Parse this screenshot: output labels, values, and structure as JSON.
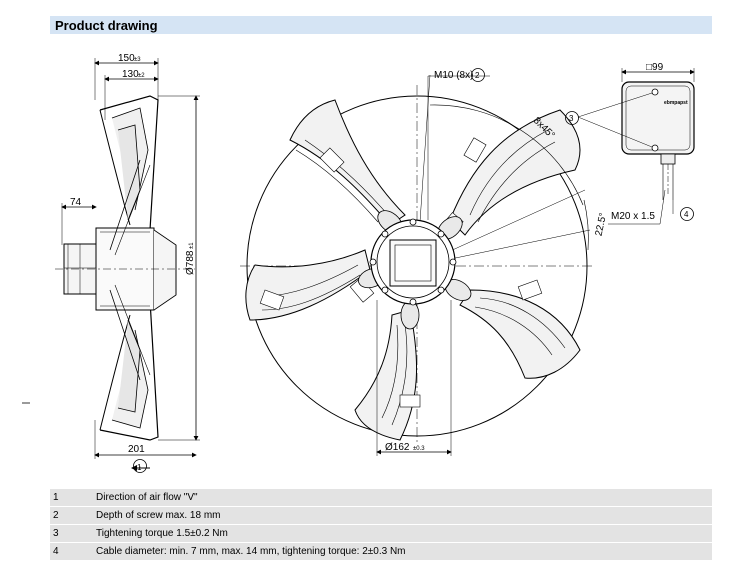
{
  "header": {
    "title": "Product drawing"
  },
  "side_view": {
    "dim_total_depth": "150",
    "dim_total_depth_tol": "±3",
    "dim_blade_depth": "130",
    "dim_blade_depth_tol": "±2",
    "dim_box_offset": "74",
    "dim_diameter": "Ø788",
    "dim_diameter_tol": "±1",
    "dim_bottom": "201",
    "airflow_marker": "1"
  },
  "front_view": {
    "screw_label": "M10 (8x)",
    "screw_marker": "2",
    "angle_pattern": "8x45°",
    "angle_offset": "22.5°",
    "hub_diameter": "Ø162",
    "hub_diameter_tol": "±0.3"
  },
  "terminal_box": {
    "size_label": "□99",
    "torque_marker": "3",
    "cable_label": "M20 x 1.5",
    "cable_marker": "4",
    "brand_text": "ebmpapst"
  },
  "notes": [
    {
      "num": "1",
      "text": "Direction of air flow \"V\""
    },
    {
      "num": "2",
      "text": "Depth of screw max. 18 mm"
    },
    {
      "num": "3",
      "text": "Tightening torque 1.5±0.2 Nm"
    },
    {
      "num": "4",
      "text": "Cable diameter: min. 7 mm, max. 14 mm, tightening torque: 2±0.3 Nm"
    }
  ]
}
